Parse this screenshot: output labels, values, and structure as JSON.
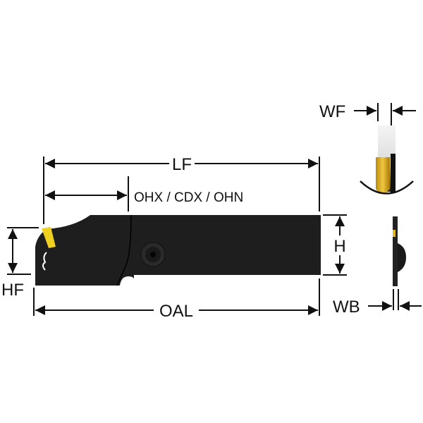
{
  "labels": {
    "lf": "LF",
    "ohx": "OHX / CDX / OHN",
    "oal": "OAL",
    "h": "H",
    "hf": "HF",
    "wf": "WF",
    "wb": "WB"
  },
  "colors": {
    "body": "#1e1e1e",
    "insert": "#f0d020",
    "insert_side": "#c99a10",
    "line": "#111111"
  }
}
